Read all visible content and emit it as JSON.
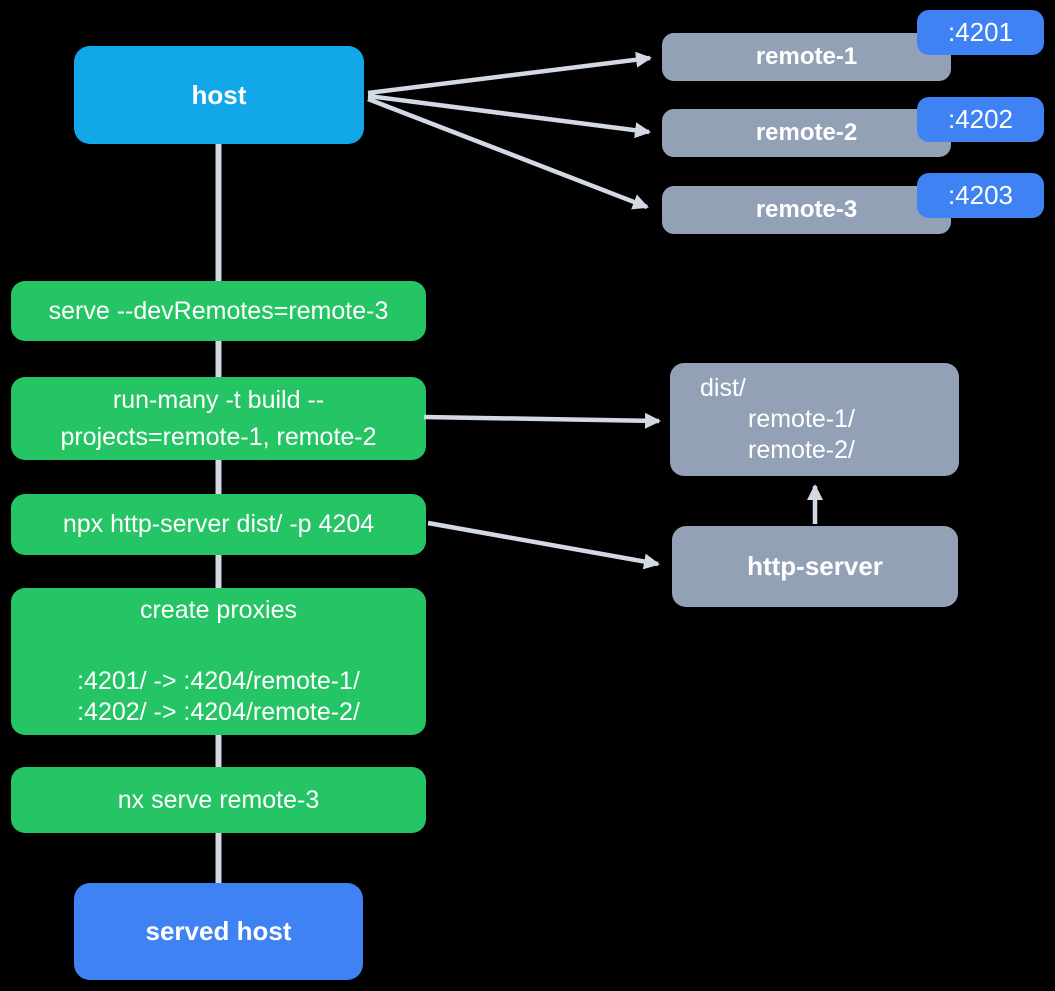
{
  "colors": {
    "host": "#12a7e9",
    "served": "#3e82f3",
    "green": "#25c465",
    "gray": "#93a1b7",
    "badge": "#3e82f3",
    "line": "#d3d9e4",
    "text": "#ffffff"
  },
  "nodes": {
    "host": {
      "label": "host"
    },
    "served_host": {
      "label": "served host"
    },
    "remotes": [
      {
        "label": "remote-1",
        "port": ":4201"
      },
      {
        "label": "remote-2",
        "port": ":4202"
      },
      {
        "label": "remote-3",
        "port": ":4203"
      }
    ],
    "commands": [
      {
        "lines": [
          "serve --devRemotes=remote-3"
        ]
      },
      {
        "lines": [
          "run-many -t build --",
          "projects=remote-1, remote-2"
        ]
      },
      {
        "lines": [
          "npx http-server dist/ -p 4204"
        ]
      },
      {
        "lines": [
          "create proxies",
          "",
          ":4201/ -> :4204/remote-1/",
          ":4202/ -> :4204/remote-2/"
        ]
      },
      {
        "lines": [
          "nx serve remote-3"
        ]
      }
    ],
    "dist": {
      "lines": [
        "dist/",
        "remote-1/",
        "remote-2/"
      ]
    },
    "http_server": {
      "label": "http-server"
    }
  }
}
